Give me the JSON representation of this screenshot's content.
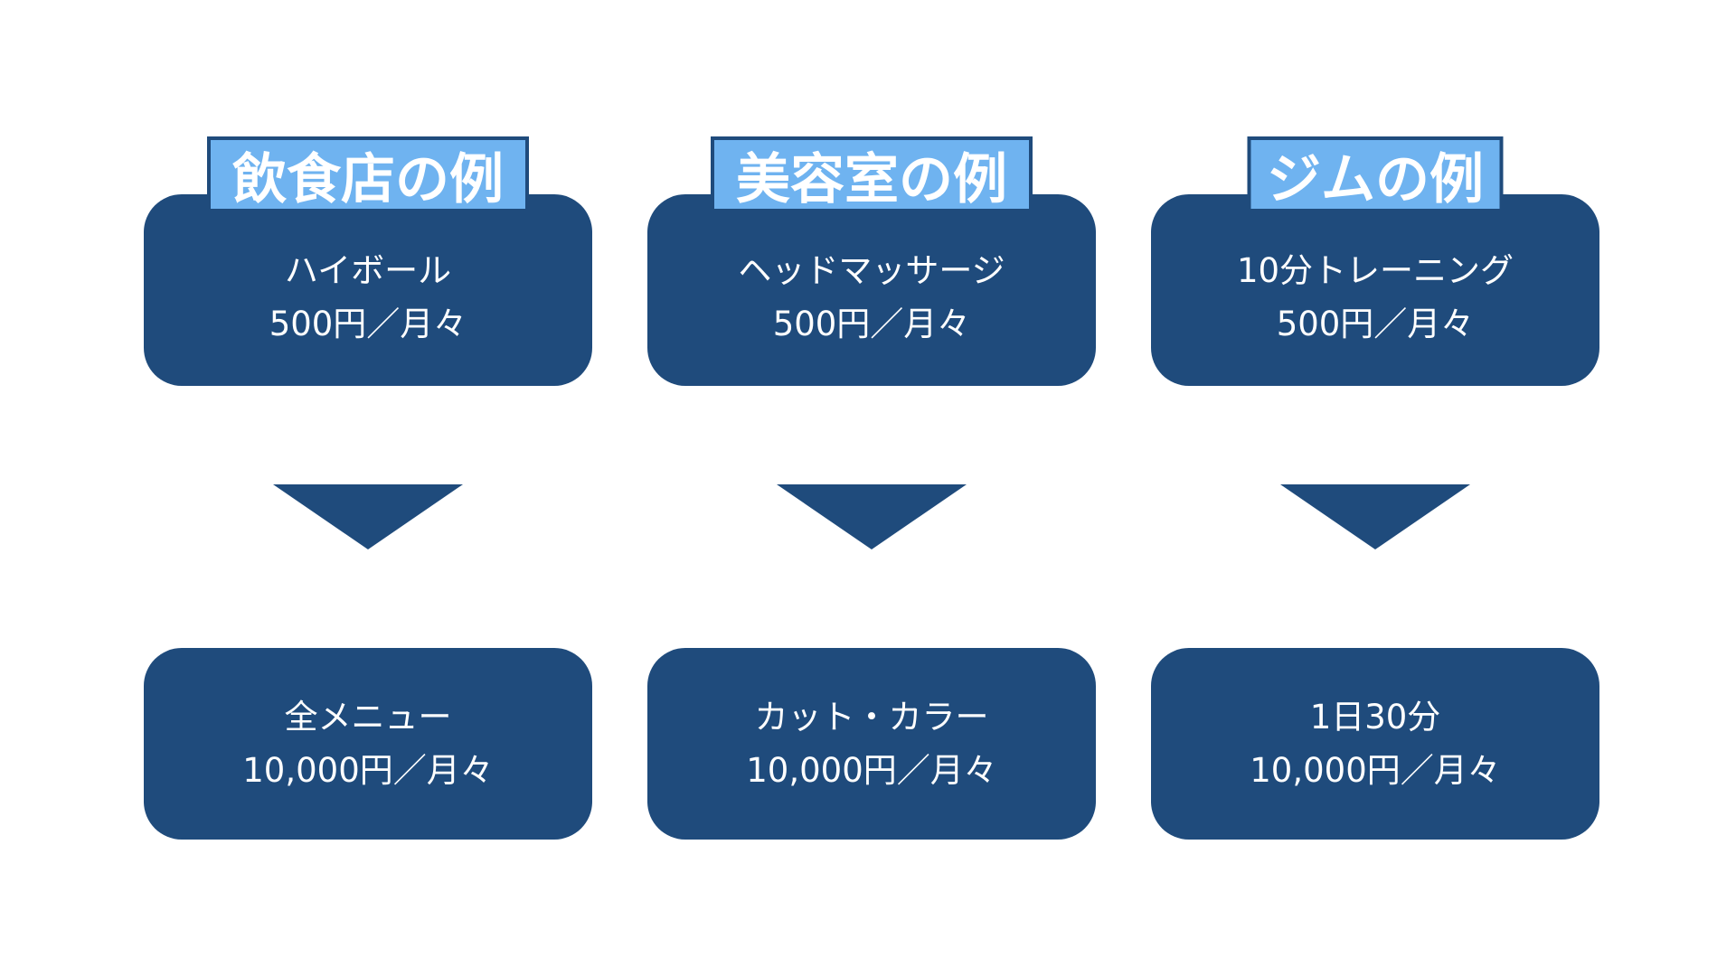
{
  "colors": {
    "box_fill": "#1f4b7c",
    "label_fill": "#6fb3f0",
    "text": "#ffffff",
    "background": "#ffffff"
  },
  "columns": [
    {
      "title": "飲食店の例",
      "top_box": {
        "line1": "ハイボール",
        "line2": "500円／月々"
      },
      "bottom_box": {
        "line1": "全メニュー",
        "line2": "10,000円／月々"
      }
    },
    {
      "title": "美容室の例",
      "top_box": {
        "line1": "ヘッドマッサージ",
        "line2": "500円／月々"
      },
      "bottom_box": {
        "line1": "カット・カラー",
        "line2": "10,000円／月々"
      }
    },
    {
      "title": "ジムの例",
      "top_box": {
        "line1": "10分トレーニング",
        "line2": "500円／月々"
      },
      "bottom_box": {
        "line1": "1日30分",
        "line2": "10,000円／月々"
      }
    }
  ]
}
